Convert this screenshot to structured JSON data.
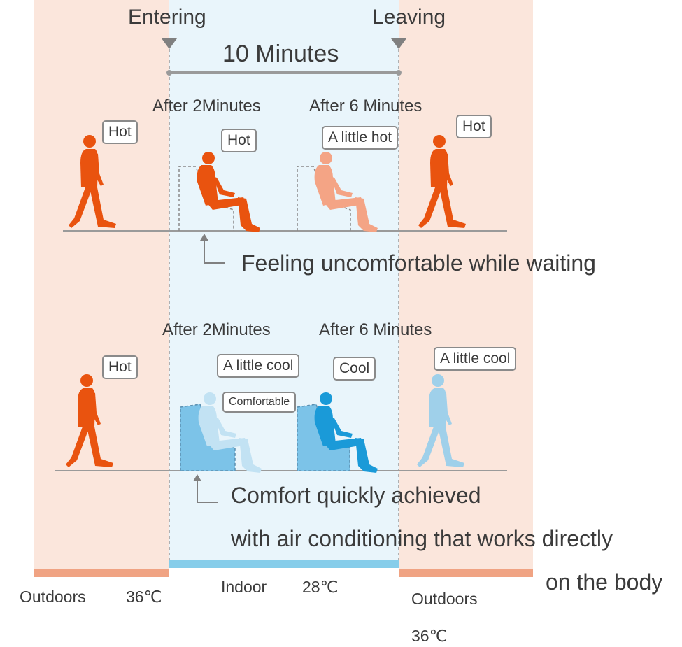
{
  "header": {
    "entering": "Entering",
    "leaving": "Leaving",
    "duration": "10 Minutes"
  },
  "top_scenario": {
    "label_after2": "After 2Minutes",
    "label_after6": "After 6 Minutes",
    "bubble_outdoor_left": "Hot",
    "bubble_after2": "Hot",
    "bubble_after6": "A little hot",
    "bubble_outdoor_right": "Hot",
    "caption": "Feeling uncomfortable while waiting"
  },
  "bottom_scenario": {
    "label_after2": "After 2Minutes",
    "label_after6": "After 6 Minutes",
    "bubble_outdoor_left": "Hot",
    "bubble_after2_a": "A little cool",
    "bubble_after2_b": "Comfortable",
    "bubble_after6": "Cool",
    "bubble_outdoor_right": "A little cool",
    "caption_line1": "Comfort quickly achieved",
    "caption_line2": "with air conditioning that works directly",
    "caption_line3": "on the body"
  },
  "footer": {
    "outdoors_left": "Outdoors",
    "outdoors_left_temp": "36℃",
    "indoor": "Indoor",
    "indoor_temp": "28℃",
    "outdoors_right": "Outdoors",
    "outdoors_right_temp": "36℃"
  },
  "colors": {
    "outdoor_bg": "#fbe6dc",
    "indoor_bg": "#e9f5fb",
    "hot_figure": "#e9530f",
    "warm_figure": "#f4a485",
    "cool_figure": "#9fd0ea",
    "cold_figure": "#1a9ad8",
    "outdoor_bar": "#f0a383",
    "indoor_bar": "#86cdea"
  }
}
